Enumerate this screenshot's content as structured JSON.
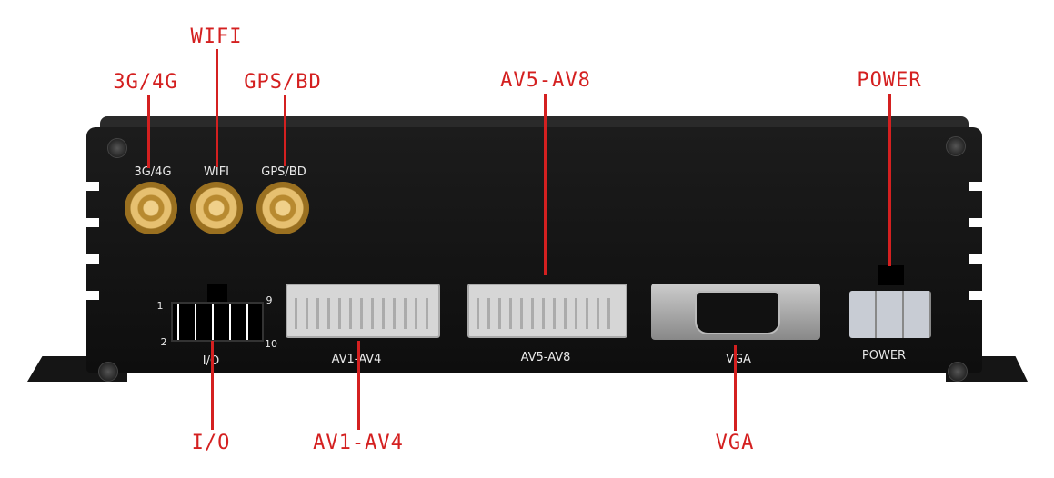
{
  "callouts": {
    "wifi": "WIFI",
    "g34": "3G/4G",
    "gps": "GPS/BD",
    "av58": "AV5-AV8",
    "power": "POWER",
    "io": "I/O",
    "av14": "AV1-AV4",
    "vga": "VGA"
  },
  "device_labels": {
    "g34": "3G/4G",
    "wifi": "WIFI",
    "gps": "GPS/BD",
    "pin1": "1",
    "pin9": "9",
    "pin2": "2",
    "pin10": "10",
    "io": "I/O",
    "av14": "AV1-AV4",
    "av58": "AV5-AV8",
    "vga": "VGA",
    "power": "POWER"
  },
  "colors": {
    "callout": "#d42020",
    "device": "#111111",
    "connector": "#d6d6d6"
  }
}
